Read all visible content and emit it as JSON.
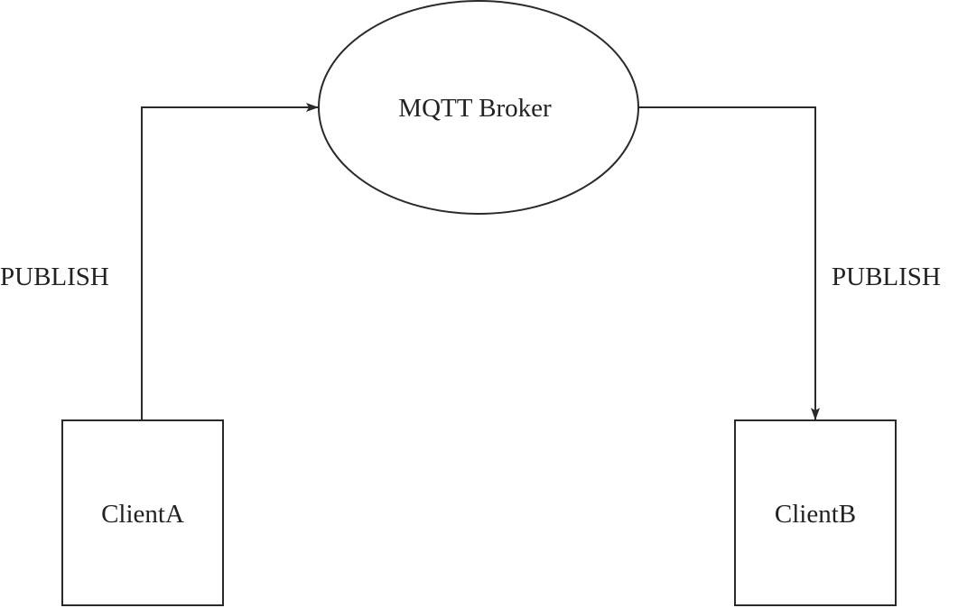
{
  "diagram": {
    "nodes": {
      "broker": {
        "label": "MQTT Broker",
        "shape": "ellipse"
      },
      "client_a": {
        "label": "ClientA",
        "shape": "rectangle"
      },
      "client_b": {
        "label": "ClientB",
        "shape": "rectangle"
      }
    },
    "edges": [
      {
        "from": "ClientA",
        "to": "MQTT Broker",
        "label": "PUBLISH"
      },
      {
        "from": "MQTT Broker",
        "to": "ClientB",
        "label": "PUBLISH"
      }
    ],
    "colors": {
      "stroke": "#2a2a2a",
      "text": "#222222",
      "background": "#ffffff"
    }
  }
}
